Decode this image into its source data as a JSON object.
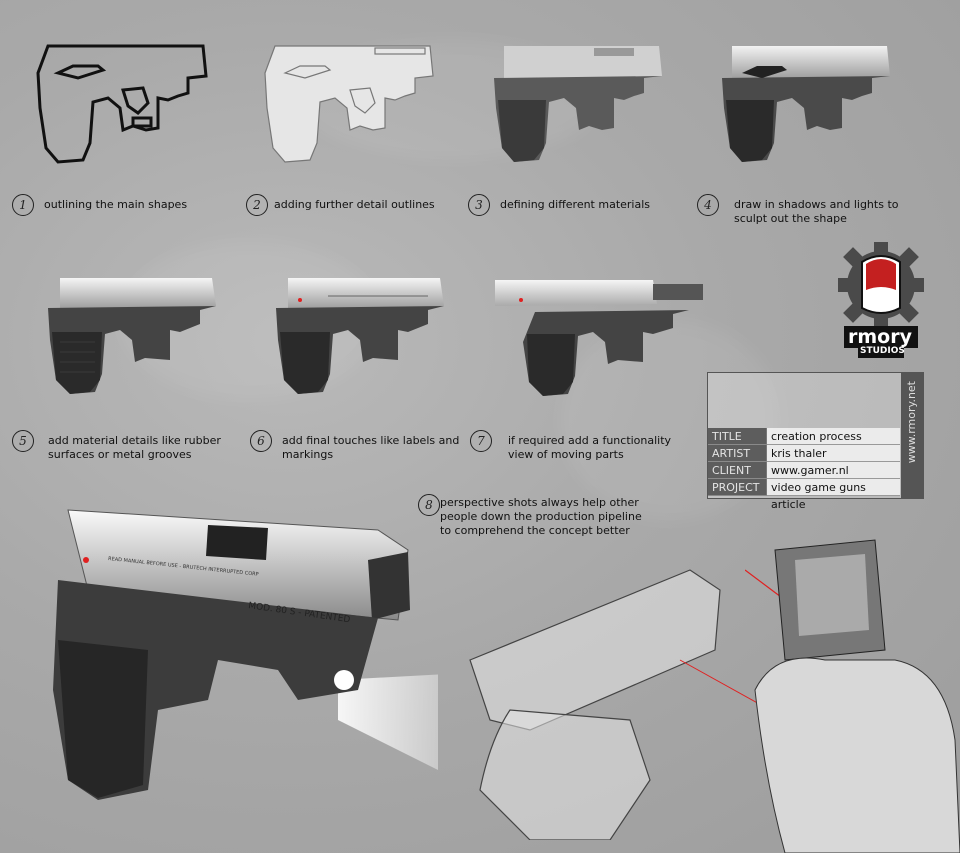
{
  "steps": [
    {
      "num": "1",
      "text": "outlining the main shapes"
    },
    {
      "num": "2",
      "text": "adding further detail outlines"
    },
    {
      "num": "3",
      "text": "defining different materials"
    },
    {
      "num": "4",
      "text": "draw in shadows and lights to sculpt out the shape"
    },
    {
      "num": "5",
      "text": "add material details like rubber surfaces or metal grooves"
    },
    {
      "num": "6",
      "text": "add final touches like labels and markings"
    },
    {
      "num": "7",
      "text": "if required add a functionality view of moving parts"
    },
    {
      "num": "8",
      "text": "perspective shots always help other people down the production pipeline to comprehend the concept better"
    }
  ],
  "info": {
    "rows": [
      {
        "key": "TITLE",
        "value": "creation process"
      },
      {
        "key": "ARTIST",
        "value": "kris thaler"
      },
      {
        "key": "CLIENT",
        "value": "www.gamer.nl"
      },
      {
        "key": "PROJECT",
        "value": "video game guns article"
      }
    ],
    "side": "www.rmory.net"
  },
  "logo": {
    "word": "rmory",
    "sub": "STUDIOS"
  },
  "gun_labels": {
    "model": "MOD. 80 S - PATENTED",
    "warning": "READ MANUAL BEFORE USE - BRUTECH INTERRUPTED CORP"
  },
  "colors": {
    "laser": "#e02020",
    "logo_red": "#c42020"
  }
}
